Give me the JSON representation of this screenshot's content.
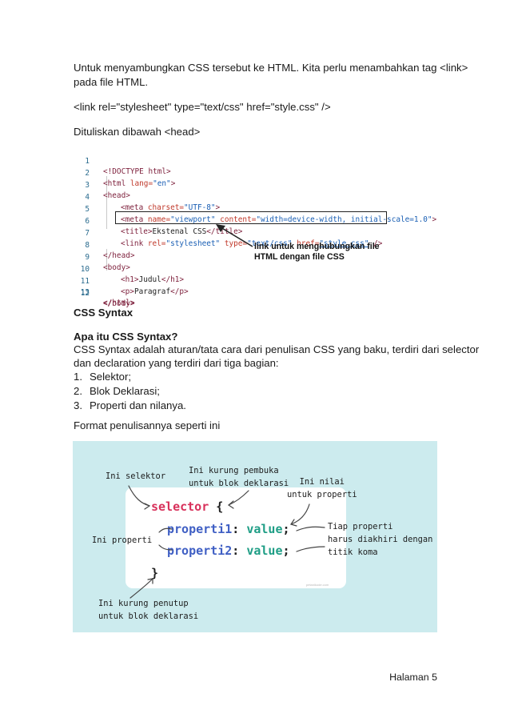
{
  "intro": {
    "line1": "Untuk menyambungkan CSS tersebut ke HTML. Kita perlu menambahkan tag <link>",
    "line2": "pada file HTML.",
    "link_code": "<link rel=\"stylesheet\" type=\"text/css\" href=\"style.css\" />",
    "placement": "Dituliskan dibawah <head>"
  },
  "code_figure": {
    "line_numbers": [
      "1",
      "2",
      "3",
      "4",
      "5",
      "6",
      "7",
      "8",
      "9",
      "10",
      "11",
      "12",
      "13"
    ],
    "l1": "<!DOCTYPE html>",
    "l2_open": "<html ",
    "l2_attr": "lang=",
    "l2_val": "\"en\"",
    "l2_close": ">",
    "l3": "<head>",
    "l4_open": "<meta ",
    "l4_attr": "charset=",
    "l4_val": "\"UTF-8\"",
    "l4_close": ">",
    "l5_open": "<meta ",
    "l5_attr1": "name=",
    "l5_val1": "\"viewport\"",
    "l5_attr2": " content=",
    "l5_val2": "\"width=device-width, initial-scale=1.0\"",
    "l5_close": ">",
    "l6_open": "<title>",
    "l6_text": "Ekstenal CSS",
    "l6_close": "</title>",
    "l7_open": "<link ",
    "l7_attr1": "rel=",
    "l7_val1": "\"stylesheet\"",
    "l7_attr2": " type=",
    "l7_val2": "\"text/css\"",
    "l7_attr3": " href=",
    "l7_val3": "\"style.css\"",
    "l7_close": " />",
    "l8": "</head>",
    "l9": "<body>",
    "l10_open": "<h1>",
    "l10_text": "Judul",
    "l10_close": "</h1>",
    "l11_open": "<p>",
    "l11_text": "Paragraf",
    "l11_close": "</p>",
    "l12": "</body>",
    "l13": "</html>",
    "note_line1": "link untuk menghubungkan file",
    "note_line2": "HTML dengan file CSS"
  },
  "section": {
    "heading": "CSS Syntax",
    "subheading": "Apa itu CSS Syntax?",
    "desc_line1": "CSS Syntax adalah aturan/tata cara dari penulisan CSS yang baku, terdiri dari selector",
    "desc_line2": "dan declaration yang terdiri dari tiga bagian:",
    "items": [
      {
        "num": "1.",
        "text": "Selektor;"
      },
      {
        "num": "2.",
        "text": "Blok Deklarasi;"
      },
      {
        "num": "3.",
        "text": "Properti dan nilanya."
      }
    ],
    "format_text": "Format penulisannya seperti ini"
  },
  "syntax_figure": {
    "selector": "selector",
    "open_brace": "{",
    "prop1": "properti1",
    "prop2": "properti2",
    "colon": ":",
    "value": "value",
    "semicolon": ";",
    "close_brace": "}",
    "ann_selector": "Ini selektor",
    "ann_open_1": "Ini kurung pembuka",
    "ann_open_2": "untuk blok deklarasi",
    "ann_value_1": "Ini nilai",
    "ann_value_2": "untuk properti",
    "ann_property": "Ini properti",
    "ann_semi_1": "Tiap properti",
    "ann_semi_2": "harus diakhiri dengan",
    "ann_semi_3": "titik koma",
    "ann_close_1": "Ini kurung penutup",
    "ann_close_2": "untuk blok deklarasi",
    "watermark": "petanikode.com"
  },
  "footer": {
    "page_label": "Halaman 5"
  }
}
